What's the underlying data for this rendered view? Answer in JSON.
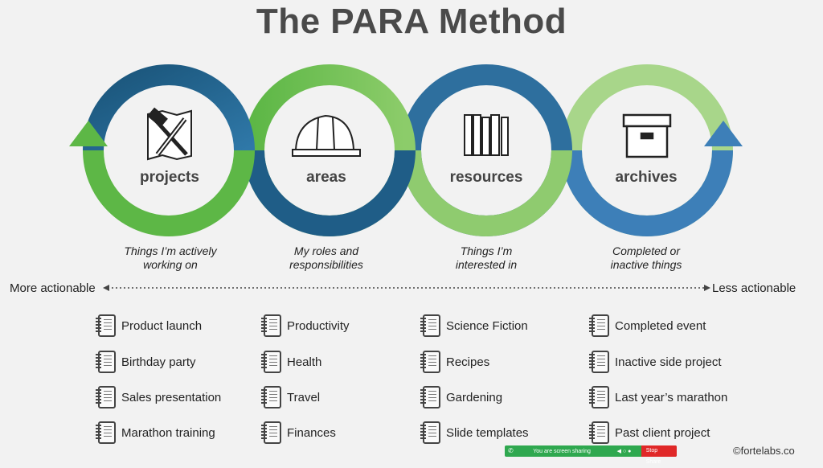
{
  "title": "The PARA Method",
  "categories": [
    {
      "label": "projects",
      "description_line1": "Things I’m actively",
      "description_line2": "working on",
      "icon": "hammer-pencil-icon",
      "items": [
        "Product launch",
        "Birthday party",
        "Sales presentation",
        "Marathon training"
      ]
    },
    {
      "label": "areas",
      "description_line1": "My roles and",
      "description_line2": "responsibilities",
      "icon": "hard-hat-icon",
      "items": [
        "Productivity",
        "Health",
        "Travel",
        "Finances"
      ]
    },
    {
      "label": "resources",
      "description_line1": "Things I’m",
      "description_line2": "interested in",
      "icon": "books-icon",
      "items": [
        "Science Fiction",
        "Recipes",
        "Gardening",
        "Slide templates"
      ]
    },
    {
      "label": "archives",
      "description_line1": "Completed or",
      "description_line2": "inactive things",
      "icon": "archive-box-icon",
      "items": [
        "Completed event",
        "Inactive side project",
        "Last year’s marathon",
        "Past client project"
      ]
    }
  ],
  "axis": {
    "left": "More actionable",
    "right": "Less actionable"
  },
  "credit": "©fortelabs.co",
  "screen_share": {
    "message": "You are screen sharing",
    "stop_label": "Stop Share"
  },
  "colors": {
    "dark_blue": "#1f5d87",
    "blue": "#3d7fb8",
    "green": "#5db746",
    "light_green": "#a8d68a",
    "background": "#f2f2f2"
  }
}
